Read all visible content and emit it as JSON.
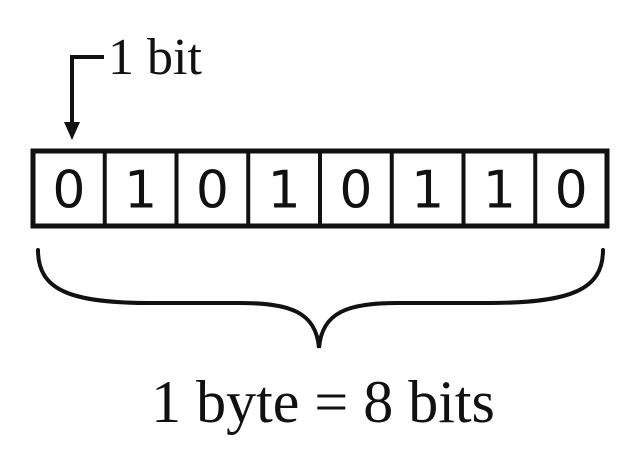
{
  "labels": {
    "bit": "1 bit",
    "byte": "1 byte = 8 bits"
  },
  "bits": [
    "0",
    "1",
    "0",
    "1",
    "0",
    "1",
    "1",
    "0"
  ],
  "colors": {
    "ink": "#111111",
    "background": "#ffffff"
  }
}
